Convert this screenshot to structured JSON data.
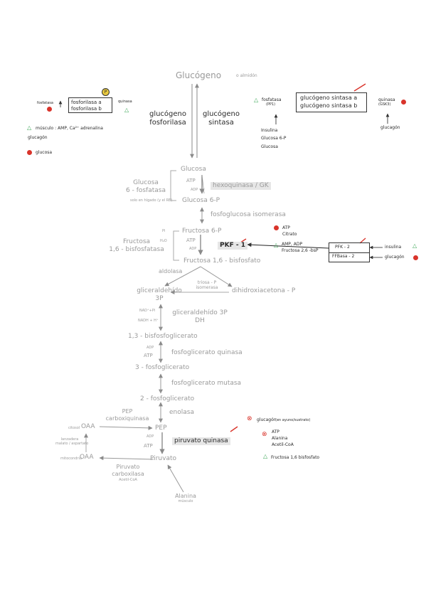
{
  "glycogen": {
    "title": "Glucógeno",
    "starch_note": "o almidón",
    "phosphorylase_label_1": "glucógeno",
    "phosphorylase_label_2": "fosforilasa",
    "synthase_label_1": "glucógeno",
    "synthase_label_2": "sintasa"
  },
  "phosphorylase_box": {
    "left_note": "fosfatasa",
    "item_a": "fosforilasa a",
    "item_b": "fosforilasa b",
    "right_note": "quinasa",
    "p_symbol": "P",
    "activators": "músculo : AMP, Ca²⁺ adrenalina",
    "activator_2": "glucagón",
    "inhibitor": "glucosa"
  },
  "synthase_box": {
    "left_note_1": "fosfatasa",
    "left_note_2": "(PP1)",
    "item_a": "glucógeno sintasa a",
    "item_b": "glucógeno sintasa b",
    "right_note_1": "quinasa",
    "right_note_2": "(GSK3)",
    "activators": [
      "Insulina",
      "Glucosa 6-P",
      "Glucosa"
    ],
    "right_bottom": "glucagón"
  },
  "pathway": {
    "glucosa": "Glucosa",
    "glucosa6p_phosphatase_1": "Glucosa",
    "glucosa6p_phosphatase_2": "6 - fosfatasa",
    "phosphatase_note": "solo en hígado (y el RE)",
    "atp": "ATP",
    "adp": "ADP",
    "hexoquinasa": "hexoquinasa / GK",
    "glucosa6p": "Glucosa 6-P",
    "isomerasa": "fosfoglucosa isomerasa",
    "fructosa6p": "Fructosa 6-P",
    "pi": "Pi",
    "h2o": "H₂O",
    "fbpase_1": "Fructosa",
    "fbpase_2": "1,6 - bisfosfatasa",
    "pfk": "PKF - 1",
    "fructosa16bp": "Fructosa 1,6 - bisfosfato",
    "aldolasa": "aldolasa",
    "triosa_1": "triosa - P",
    "triosa_2": "isomerasa",
    "gliceraldehido_1": "gliceraldehído",
    "gliceraldehido_2": "3P",
    "dihidroxiacetona": "dihidroxiacetona - P",
    "nad": "NAD⁺+Pi",
    "nadh": "NADH + H⁺",
    "g3p_dh_1": "gliceraldehído 3P",
    "g3p_dh_2": "DH",
    "bpg": "1,3 - bisfosfoglicerato",
    "pgk": "fosfoglicerato quinasa",
    "pg3": "3 - fosfoglicerato",
    "mutasa": "fosfoglicerato mutasa",
    "pg2": "2 - fosfoglicerato",
    "enolasa": "enolasa",
    "pepck_1": "PEP",
    "pepck_2": "carboxiquinasa",
    "pep": "PEP",
    "oaa_1": "OAA",
    "oaa_1_note": "citosol",
    "oaa_transport_1": "lanzadera",
    "oaa_transport_2": "malato / aspartato",
    "oaa_2": "OAA",
    "oaa_2_note": "mitocondria",
    "piruvato_quinasa": "piruvato quinasa",
    "piruvato": "Piruvato",
    "pc_1": "Piruvato",
    "pc_2": "carboxilasa",
    "pc_3": "Acetil-CoA",
    "alanina": "Alanina",
    "alanina_note": "músculo"
  },
  "pfk_regulation": {
    "inhibitor_1": "ATP",
    "inhibitor_2": "Citrato",
    "activators_1": "AMP, ADP",
    "activators_2": "Fructosa 2,6 -bsP",
    "box_1": "PFK - 2",
    "box_2": "FFBasa - 2",
    "insulina": "insulina",
    "glucagon": "glucagón"
  },
  "pk_regulation": {
    "glucagon": "glucagón",
    "glucagon_note": "(en ayuno/sustrato)",
    "inhibitors": [
      "ATP",
      "Alanina",
      "Acetil-CoA"
    ],
    "activator": "Fructosa 1,6 bisfosfato"
  },
  "colors": {
    "activator": "#3aa655",
    "inhibitor": "#d9342b",
    "grey_text": "#9a9a9a",
    "dark_text": "#222222",
    "phosphate": "#e8c940"
  }
}
